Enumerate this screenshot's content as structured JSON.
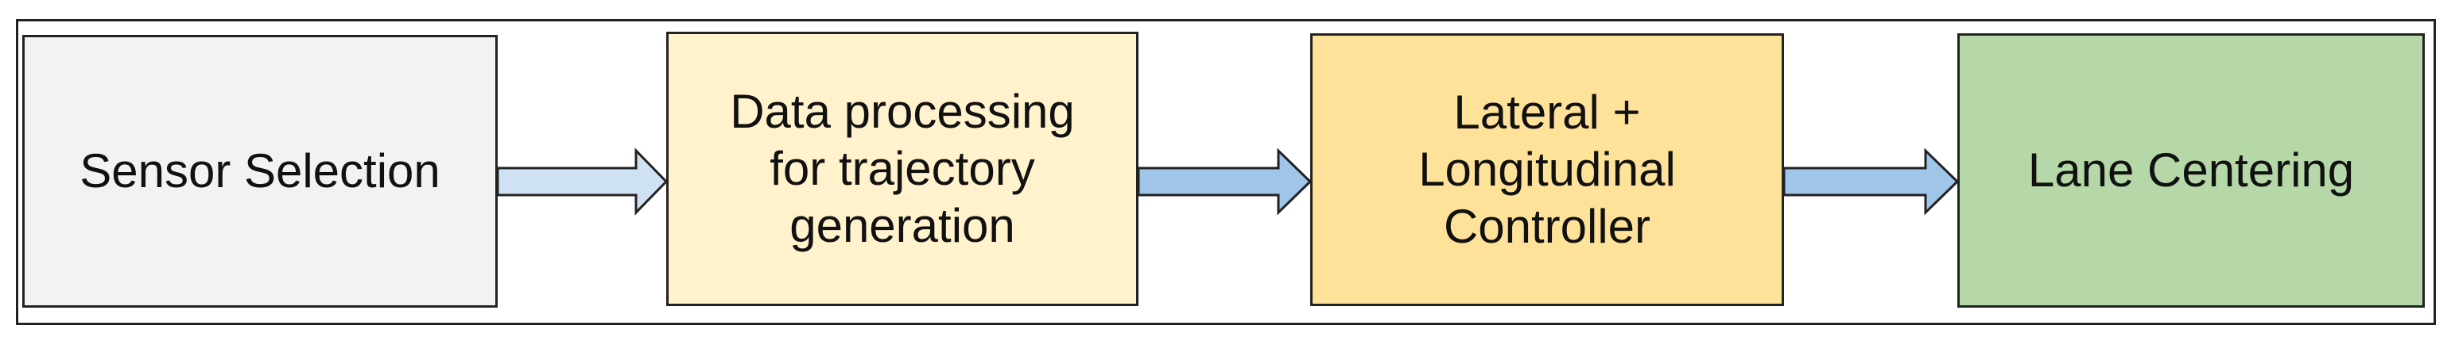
{
  "diagram": {
    "nodes": [
      {
        "id": "sensor-selection",
        "label": "Sensor Selection",
        "fill": "#f2f2f2"
      },
      {
        "id": "data-processing",
        "label": "Data processing\nfor trajectory\ngeneration",
        "fill": "#fff2cc"
      },
      {
        "id": "controller",
        "label": "Lateral +\nLongitudinal\nController",
        "fill": "#ffe29a"
      },
      {
        "id": "lane-centering",
        "label": "Lane Centering",
        "fill": "#b6d7a8"
      }
    ],
    "edges": [
      {
        "from": "sensor-selection",
        "to": "data-processing",
        "fill": "#cfe2f3"
      },
      {
        "from": "data-processing",
        "to": "controller",
        "fill": "#9fc5e8"
      },
      {
        "from": "controller",
        "to": "lane-centering",
        "fill": "#9fc5e8"
      }
    ]
  }
}
